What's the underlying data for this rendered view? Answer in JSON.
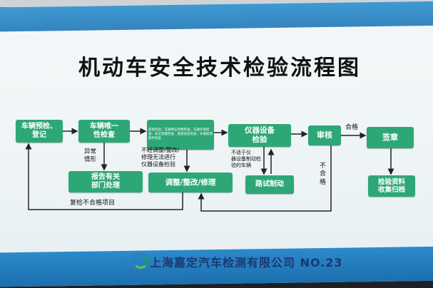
{
  "title": "机动车安全技术检验流程图",
  "boxes": {
    "pre_check": "车辆预检、\n登记",
    "unique_check": "车辆唯一\n性检查",
    "body_check": "底盘检验、车辆特征参数检查、车辆外观检查、安全装置检查、底盘动态检验、车辆底盘部件检查",
    "instrument": "仪器设备\n检验",
    "review": "审核",
    "stamp": "签章",
    "report": "报告有关\n部门处理",
    "repair": "调整/整改/修理",
    "road_test": "路试制动",
    "archive": "检验资料\n收集归档"
  },
  "notes": {
    "abnormal": "异常\n情形",
    "cannot_repair": "不经调整/整改/\n修理无法进行\n仪器设备检验",
    "not_suitable": "不适于仪\n器设备制动检\n验的车辆",
    "qualified": "合格",
    "unqualified": "不\n合\n格",
    "recheck": "复检不合格项目"
  },
  "footer": {
    "company": "上海嘉定汽车检测有限公司 NO.23"
  }
}
